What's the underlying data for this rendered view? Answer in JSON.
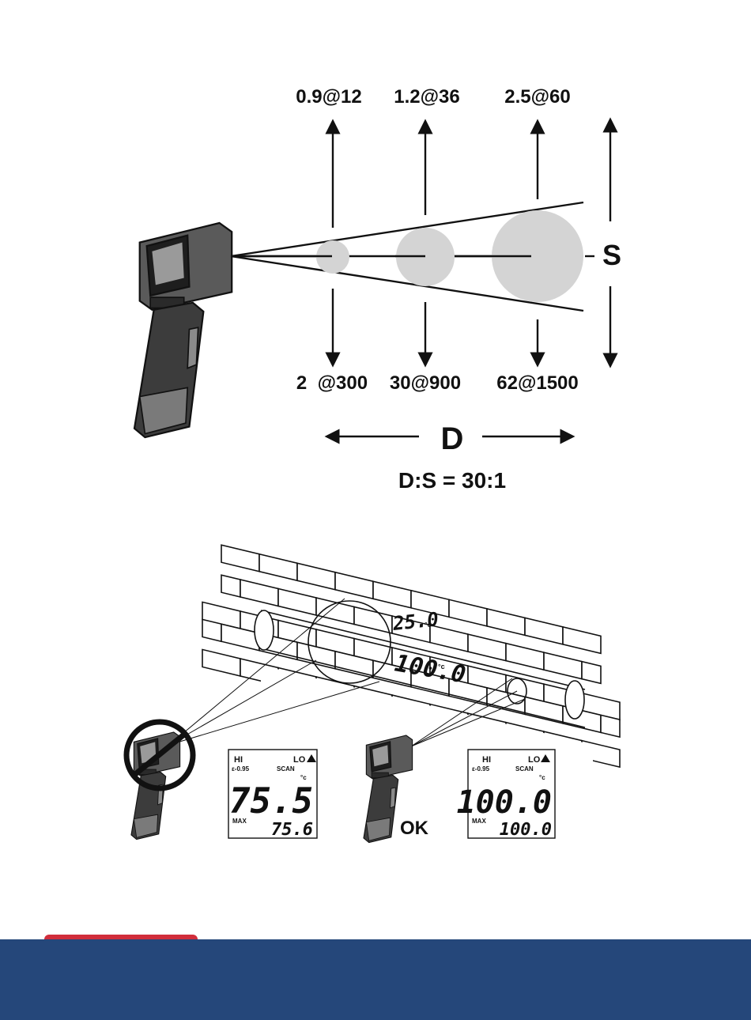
{
  "ds_diagram": {
    "top_labels": [
      "0.9@12",
      "1.2@36",
      "2.5@60"
    ],
    "bottom_labels": [
      "2  @300",
      "30@900",
      "62@1500"
    ],
    "s_label": "S",
    "d_label": "D",
    "ratio": "D:S = 30:1"
  },
  "wall_scene": {
    "readings": [
      {
        "value": "25.0",
        "unit": "°c"
      },
      {
        "value": "100.0",
        "unit": "°c"
      }
    ],
    "ok_label": "OK",
    "displays": [
      {
        "hi": "HI",
        "lo": "LO",
        "emissivity": "ε-0.95",
        "scan": "SCAN",
        "unit": "°c",
        "main": "75.5",
        "max_label": "MAX",
        "max_value": "75.6"
      },
      {
        "hi": "HI",
        "lo": "LO",
        "emissivity": "ε-0.95",
        "scan": "SCAN",
        "unit": "°c",
        "main": "100.0",
        "max_label": "MAX",
        "max_value": "100.0"
      }
    ]
  },
  "colors": {
    "footer": "#25477a",
    "accent": "#d12d3b",
    "spot": "#d4d4d4"
  }
}
